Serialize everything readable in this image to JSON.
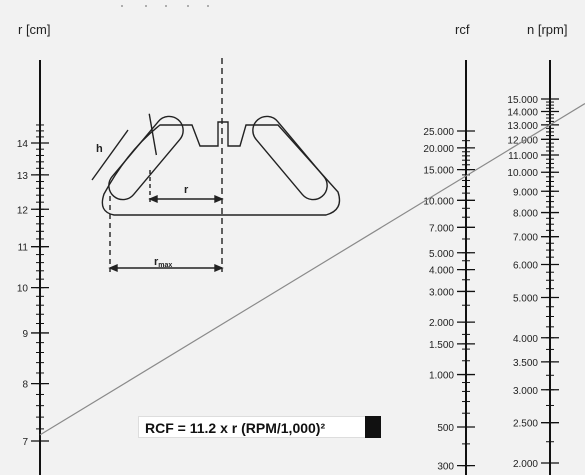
{
  "headers": {
    "r": "r [cm]",
    "rcf": "rcf",
    "n": "n [rpm]"
  },
  "formula": "RCF = 11.2 x r (RPM/1,000)²",
  "r_axis": {
    "labels": [
      "14",
      "13",
      "12",
      "11",
      "10",
      "9",
      "8",
      "7"
    ],
    "values": [
      14,
      13,
      12,
      11,
      10,
      9,
      8,
      7
    ]
  },
  "rcf_axis": {
    "labels": [
      "25.000",
      "20.000",
      "15.000",
      "10.000",
      "7.000",
      "5.000",
      "4.000",
      "3.000",
      "2.000",
      "1.500",
      "1.000",
      "500",
      "300"
    ],
    "values": [
      25000,
      20000,
      15000,
      10000,
      7000,
      5000,
      4000,
      3000,
      2000,
      1500,
      1000,
      500,
      300
    ]
  },
  "n_axis": {
    "labels": [
      "15.000",
      "14.000",
      "13.000",
      "12.000",
      "11.000",
      "10.000",
      "9.000",
      "8.000",
      "7.000",
      "6.000",
      "5.000",
      "4.000",
      "3.500",
      "3.000",
      "2.500",
      "2.000"
    ],
    "values": [
      15000,
      14000,
      13000,
      12000,
      11000,
      10000,
      9000,
      8000,
      7000,
      6000,
      5000,
      4000,
      3500,
      3000,
      2500,
      2000
    ]
  },
  "rotor_labels": {
    "h": "h",
    "r": "r",
    "rmax": "r",
    "rmax_sub": "max"
  },
  "example_line": {
    "r": 7.1,
    "n": 13000
  }
}
